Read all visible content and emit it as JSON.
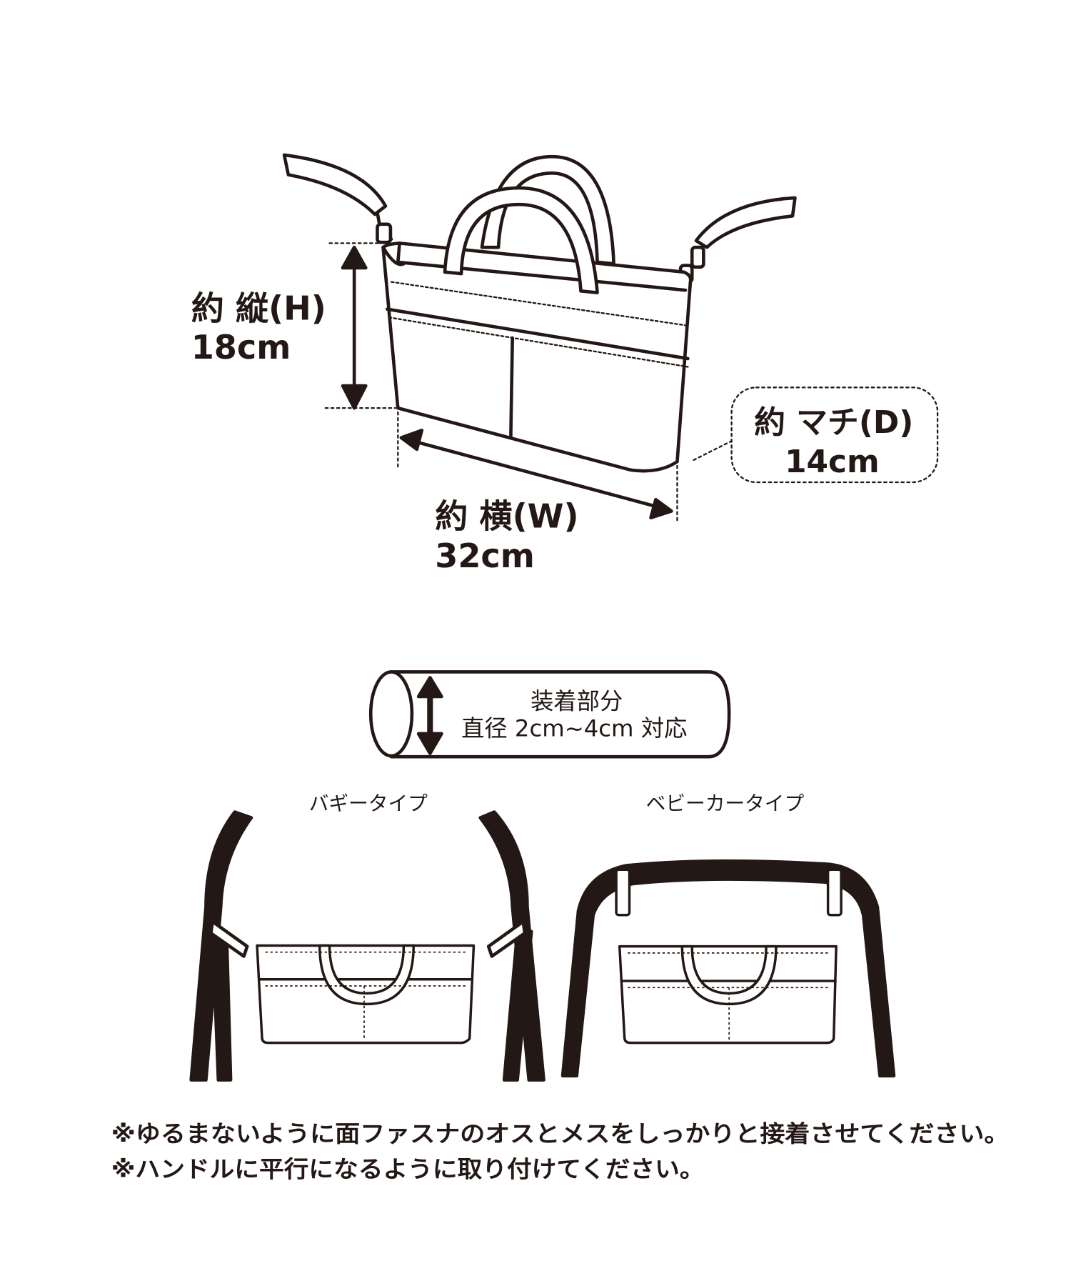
{
  "dimensions": {
    "height_label": "約 縦(H)",
    "height_value": "18cm",
    "width_label": "約 横(W)",
    "width_value": "32cm",
    "depth_label": "約 マチ(D)",
    "depth_value": "14cm"
  },
  "mount": {
    "title": "装着部分",
    "diameter": "直径 2cm~4cm 対応"
  },
  "types": {
    "buggy": "バギータイプ",
    "stroller": "ベビーカータイプ"
  },
  "notes": [
    "※ゆるまないように面ファスナのオスとメスをしっかりと接着させてください。",
    "※ハンドルに平行になるように取り付けてください。"
  ],
  "colors": {
    "ink": "#231815",
    "background": "#ffffff"
  }
}
